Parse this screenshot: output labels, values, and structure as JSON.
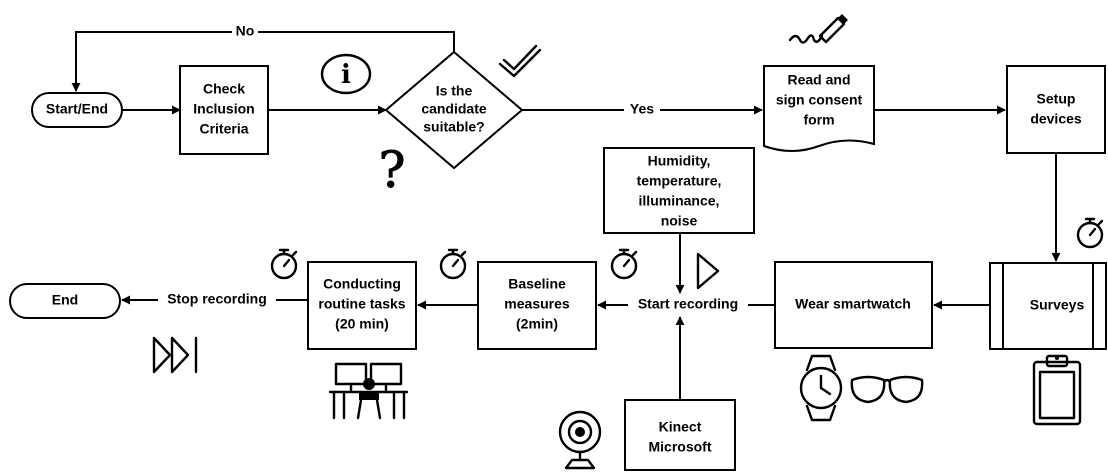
{
  "nodes": {
    "start_end": "Start/End",
    "check_inclusion": [
      "Check",
      "Inclusion",
      "Criteria"
    ],
    "decision": [
      "Is the",
      "candidate",
      "suitable?"
    ],
    "consent": [
      "Read and",
      "sign consent",
      "form"
    ],
    "setup_devices": [
      "Setup",
      "devices"
    ],
    "environment": [
      "Humidity,",
      "temperature,",
      "illuminance,",
      "noise"
    ],
    "surveys": "Surveys",
    "wear_smartwatch": "Wear smartwatch",
    "start_recording": "Start recording",
    "baseline": [
      "Baseline",
      "measures",
      "(2min)"
    ],
    "routine": [
      "Conducting",
      "routine tasks",
      "(20 min)"
    ],
    "stop_recording": "Stop recording",
    "end": "End",
    "kinect": [
      "Kinect",
      "Microsoft"
    ]
  },
  "edges": {
    "no_label": "No",
    "yes_label": "Yes"
  },
  "icons": {
    "info": "info-icon",
    "question": "question-mark-icon",
    "check": "checkmark-icon",
    "signature": "signature-pen-icon",
    "stopwatch": "stopwatch-icon",
    "play": "play-icon",
    "fast_forward_end": "fast-forward-end-icon",
    "workstation": "workstation-icon",
    "smartwatch": "smartwatch-icon",
    "glasses": "glasses-icon",
    "clipboard": "clipboard-icon",
    "webcam": "webcam-icon"
  },
  "colors": {
    "stroke": "#000000",
    "background": "#ffffff"
  }
}
